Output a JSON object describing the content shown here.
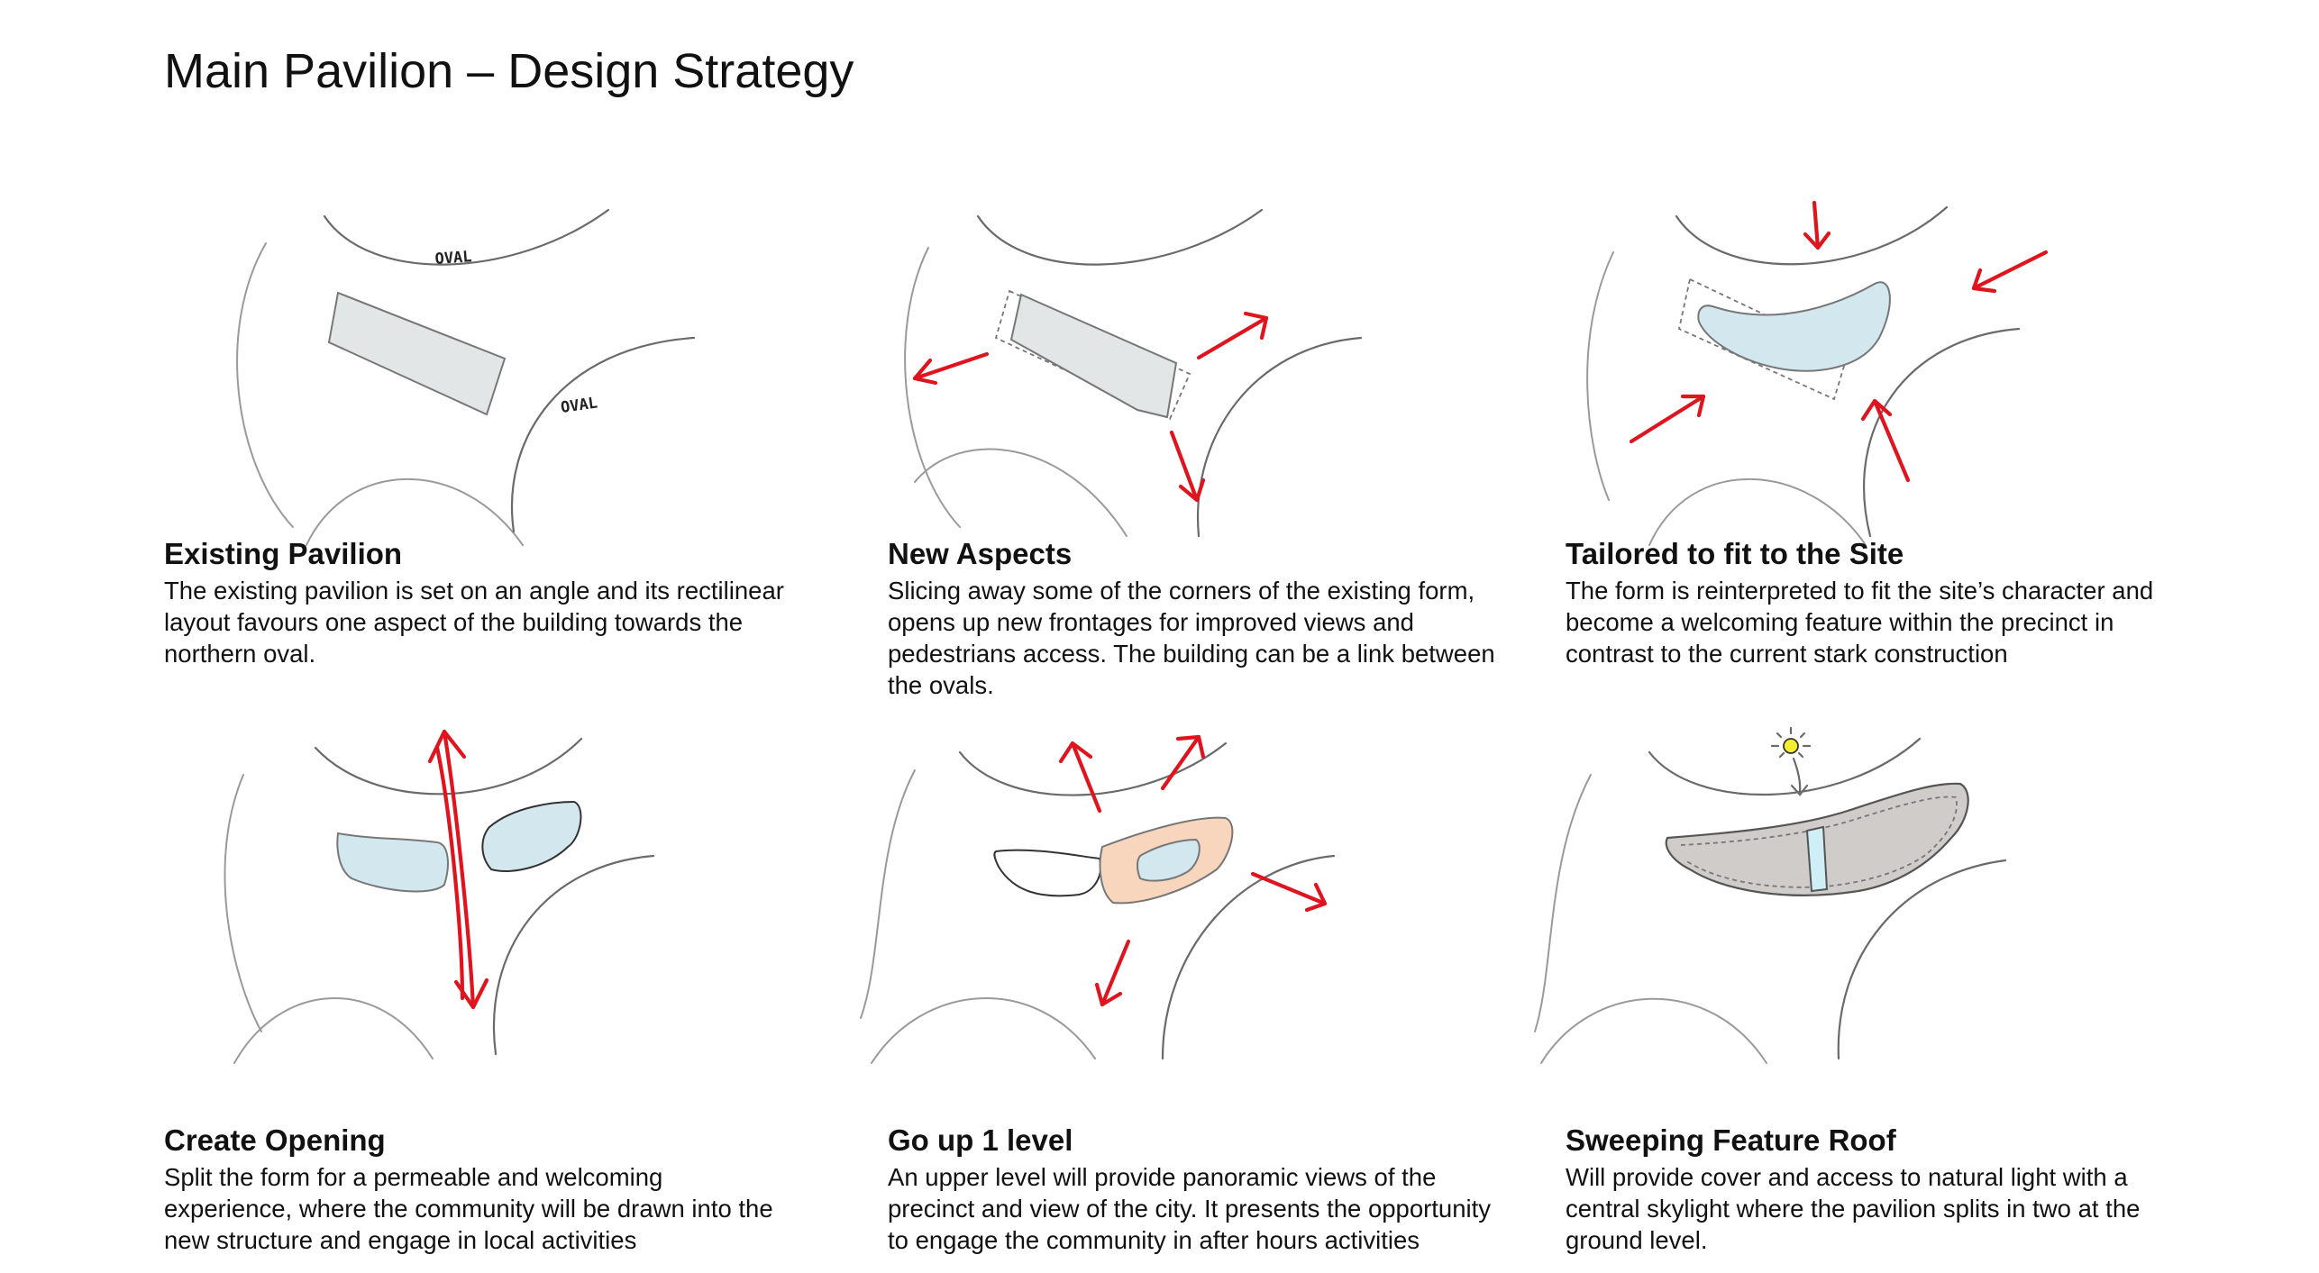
{
  "page": {
    "title": "Main Pavilion – Design Strategy"
  },
  "colors": {
    "sketch_line": "#6a6a6a",
    "arrow_red": "#e0141e",
    "existing_grey": "#e3e6e6",
    "glass_blue": "#d3e7ee",
    "deck_peach": "#f7d6bd",
    "roof_grey": "#cfccc9",
    "sun_yellow": "#f3ee2e"
  },
  "panels": [
    {
      "title": "Existing Pavilion",
      "body": "The existing pavilion is set on an angle and its rectilinear layout favours one aspect of the building towards the northern oval.",
      "labels": [
        "OVAL",
        "OVAL"
      ]
    },
    {
      "title": "New Aspects",
      "body": "Slicing away some of the corners of the existing form, opens up new frontages for improved views and pedestrians access. The building can be a link between the ovals."
    },
    {
      "title": "Tailored to fit to the Site",
      "body": "The form is reinterpreted to fit the site’s character and become a welcoming feature within the precinct in contrast to the current stark construction"
    },
    {
      "title": "Create Opening",
      "body": "Split the form for a permeable and welcoming experience, where the community will be drawn into the new structure and engage in local activities"
    },
    {
      "title": "Go up 1 level",
      "body": "An upper level will provide panoramic views of the precinct and view of the city. It presents the opportunity to engage the community in after hours activities"
    },
    {
      "title": "Sweeping Feature Roof",
      "body": "Will provide cover and access to natural light with a central skylight where the pavilion splits in two at the ground level."
    }
  ]
}
